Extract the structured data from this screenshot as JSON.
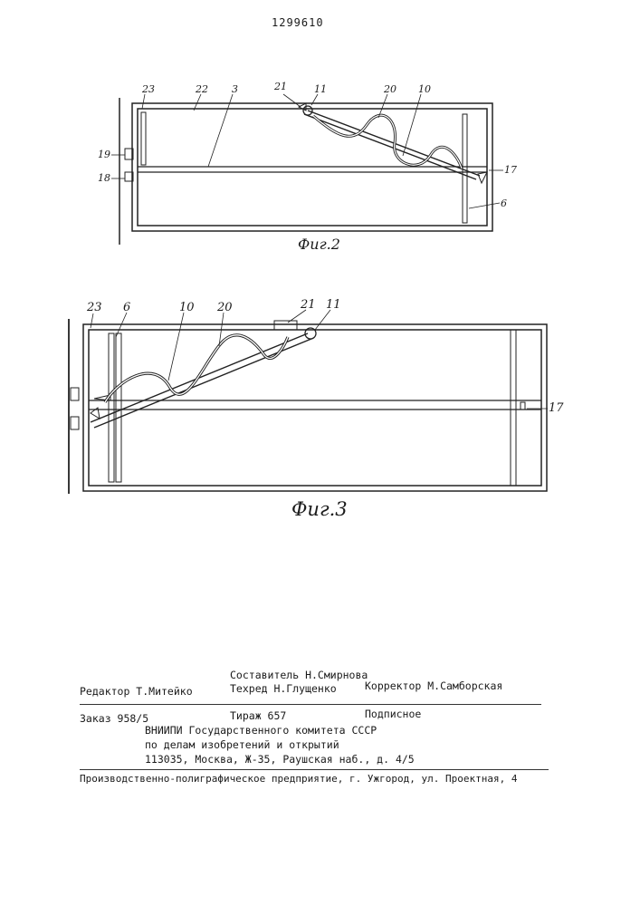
{
  "patent_number": "1299610",
  "figure2": {
    "caption": "Фиг.2",
    "labels": {
      "l23": "23",
      "l22": "22",
      "l3": "3",
      "l21": "21",
      "l11": "11",
      "l20": "20",
      "l10": "10",
      "l19": "19",
      "l18": "18",
      "l17": "17",
      "l6": "6"
    }
  },
  "figure3": {
    "caption": "Фиг.3",
    "labels": {
      "l23": "23",
      "l6": "6",
      "l10": "10",
      "l20": "20",
      "l21": "21",
      "l11": "11",
      "l17": "17"
    }
  },
  "imprint": {
    "composer": "Составитель Н.Смирнова",
    "editor": "Редактор Т.Митейко",
    "techred": "Техред Н.Глущенко",
    "corrector": "Корректор М.Самборская",
    "order": "Заказ 958/5",
    "circulation": "Тираж 657",
    "subscription": "Подписное",
    "org_line1": "ВНИИПИ Государственного комитета СССР",
    "org_line2": "по делам изобретений и открытий",
    "org_address": "113035, Москва, Ж-35, Раушская наб., д. 4/5",
    "printer": "Производственно-полиграфическое предприятие, г. Ужгород, ул. Проектная, 4"
  }
}
